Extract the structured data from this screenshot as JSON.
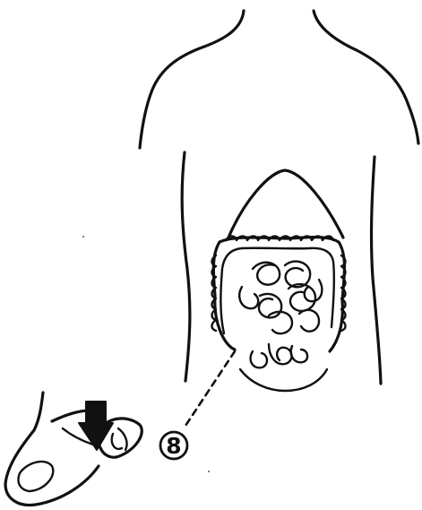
{
  "figure": {
    "marker_number": "8",
    "colors": {
      "ink": "#111111",
      "background": "#ffffff"
    },
    "icons": [
      "torso-outline",
      "intestines-drawing",
      "foot-outline",
      "downward-arrow"
    ]
  }
}
